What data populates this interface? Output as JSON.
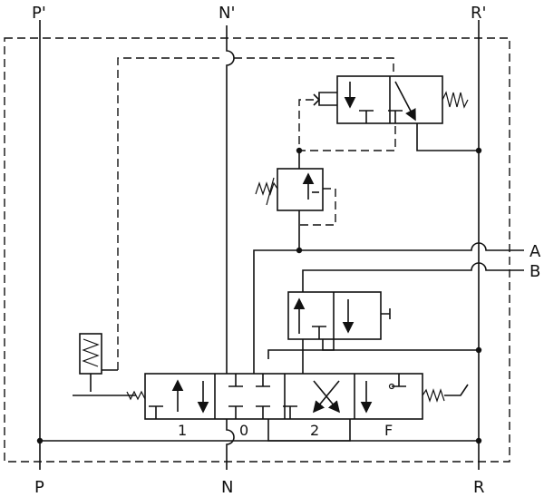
{
  "labels": {
    "port_p_top": "P'",
    "port_n_top": "N'",
    "port_r_top": "R'",
    "port_p_bottom": "P",
    "port_n_bottom": "N",
    "port_r_bottom": "R",
    "port_a": "A",
    "port_b": "B",
    "pos_1": "1",
    "pos_0": "0",
    "pos_2": "2",
    "pos_f": "F"
  }
}
